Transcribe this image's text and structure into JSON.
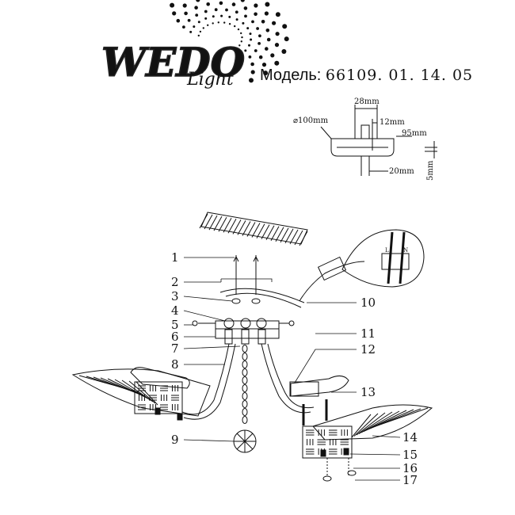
{
  "brand": {
    "logo_word": "WEDO",
    "logo_script": "Light"
  },
  "model": {
    "label": "Модель:",
    "number": "66109. 01. 14. 05"
  },
  "dimensions": {
    "d_top": "28mm",
    "d_diameter": "⌀100mm",
    "d_12": "12mm",
    "d_95": "95mm",
    "d_20": "20mm",
    "d_5": "5mm"
  },
  "wiring": {
    "terminal_l": "L",
    "terminal_n": "N"
  },
  "parts": {
    "left": [
      "1",
      "2",
      "3",
      "4",
      "5",
      "6",
      "7",
      "8",
      "9"
    ],
    "right": [
      "10",
      "11",
      "12",
      "13",
      "14",
      "15",
      "16",
      "17"
    ]
  }
}
